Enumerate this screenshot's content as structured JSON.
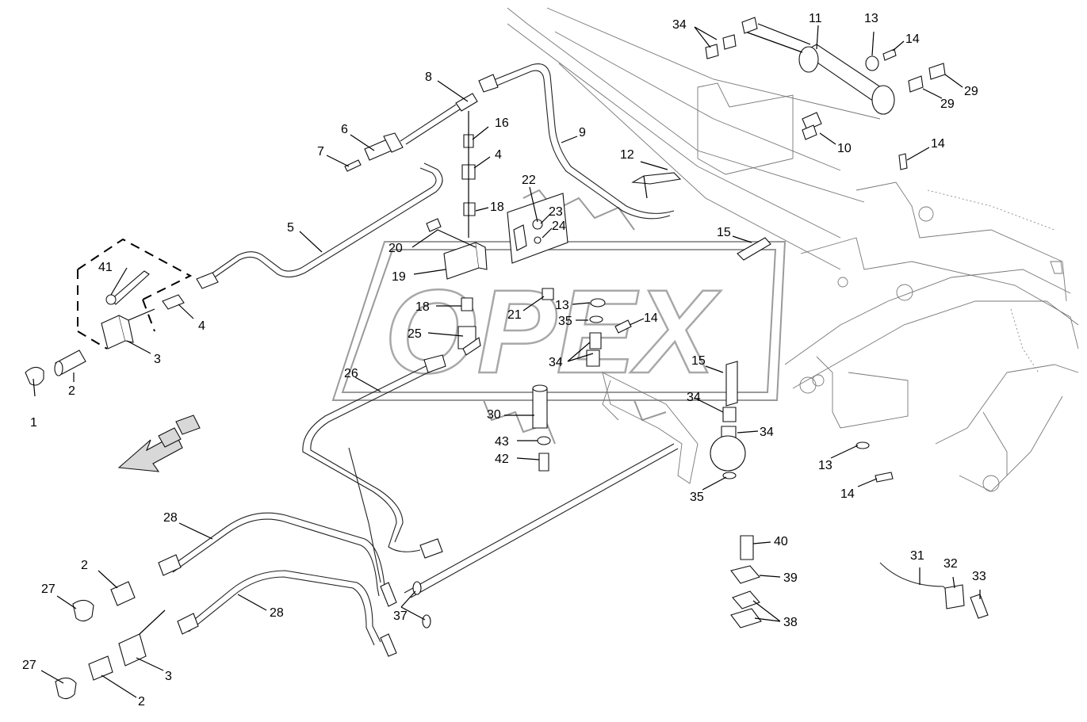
{
  "watermark": {
    "text": "OPEX"
  },
  "part_labels": [
    {
      "id": "label-1",
      "text": "1"
    },
    {
      "id": "label-2a",
      "text": "2"
    },
    {
      "id": "label-3a",
      "text": "3"
    },
    {
      "id": "label-4a",
      "text": "4"
    },
    {
      "id": "label-41",
      "text": "41"
    },
    {
      "id": "label-5",
      "text": "5"
    },
    {
      "id": "label-6",
      "text": "6"
    },
    {
      "id": "label-7",
      "text": "7"
    },
    {
      "id": "label-8",
      "text": "8"
    },
    {
      "id": "label-16",
      "text": "16"
    },
    {
      "id": "label-4b",
      "text": "4"
    },
    {
      "id": "label-9",
      "text": "9"
    },
    {
      "id": "label-22",
      "text": "22"
    },
    {
      "id": "label-23",
      "text": "23"
    },
    {
      "id": "label-24",
      "text": "24"
    },
    {
      "id": "label-18a",
      "text": "18"
    },
    {
      "id": "label-20",
      "text": "20"
    },
    {
      "id": "label-19",
      "text": "19"
    },
    {
      "id": "label-18b",
      "text": "18"
    },
    {
      "id": "label-25",
      "text": "25"
    },
    {
      "id": "label-21",
      "text": "21"
    },
    {
      "id": "label-13a",
      "text": "13"
    },
    {
      "id": "label-35a",
      "text": "35"
    },
    {
      "id": "label-14a",
      "text": "14"
    },
    {
      "id": "label-34a",
      "text": "34"
    },
    {
      "id": "label-26",
      "text": "26"
    },
    {
      "id": "label-30",
      "text": "30"
    },
    {
      "id": "label-43",
      "text": "43"
    },
    {
      "id": "label-42",
      "text": "42"
    },
    {
      "id": "label-12",
      "text": "12"
    },
    {
      "id": "label-15a",
      "text": "15"
    },
    {
      "id": "label-15b",
      "text": "15"
    },
    {
      "id": "label-34b",
      "text": "34"
    },
    {
      "id": "label-34c",
      "text": "34"
    },
    {
      "id": "label-35b",
      "text": "35"
    },
    {
      "id": "label-13b",
      "text": "13"
    },
    {
      "id": "label-14b",
      "text": "14"
    },
    {
      "id": "label-14c",
      "text": "14"
    },
    {
      "id": "label-34d",
      "text": "34"
    },
    {
      "id": "label-11",
      "text": "11"
    },
    {
      "id": "label-13c",
      "text": "13"
    },
    {
      "id": "label-14d",
      "text": "14"
    },
    {
      "id": "label-29a",
      "text": "29"
    },
    {
      "id": "label-29b",
      "text": "29"
    },
    {
      "id": "label-10",
      "text": "10"
    },
    {
      "id": "label-28a",
      "text": "28"
    },
    {
      "id": "label-28b",
      "text": "28"
    },
    {
      "id": "label-2b",
      "text": "2"
    },
    {
      "id": "label-27a",
      "text": "27"
    },
    {
      "id": "label-27b",
      "text": "27"
    },
    {
      "id": "label-3b",
      "text": "3"
    },
    {
      "id": "label-2c",
      "text": "2"
    },
    {
      "id": "label-37",
      "text": "37"
    },
    {
      "id": "label-40",
      "text": "40"
    },
    {
      "id": "label-39",
      "text": "39"
    },
    {
      "id": "label-38",
      "text": "38"
    },
    {
      "id": "label-31",
      "text": "31"
    },
    {
      "id": "label-32",
      "text": "32"
    },
    {
      "id": "label-33",
      "text": "33"
    }
  ]
}
